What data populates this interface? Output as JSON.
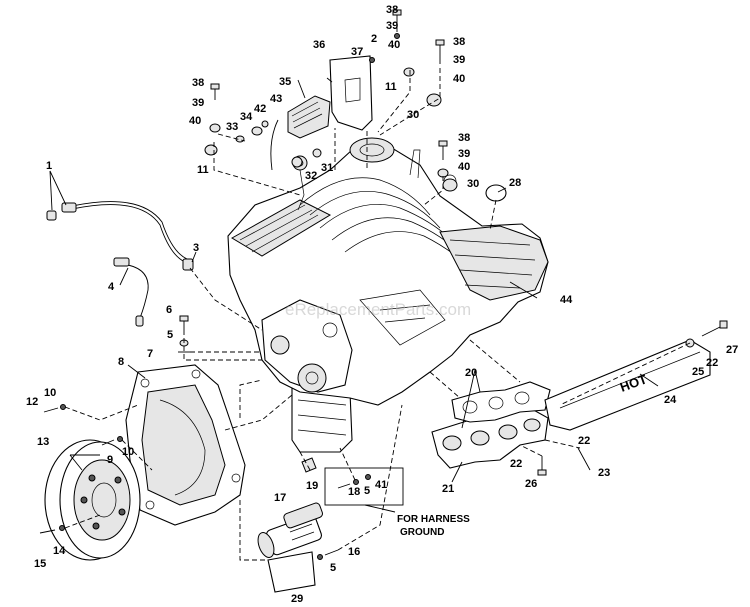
{
  "watermark": "eReplacementParts.com",
  "heat_shield_text": "HOT",
  "harness_note": [
    "FOR HARNESS",
    "GROUND"
  ],
  "callouts": {
    "c1": "1",
    "c2": "2",
    "c3": "3",
    "c4": "4",
    "c5a": "5",
    "c5b": "5",
    "c5c": "5",
    "c6": "6",
    "c7": "7",
    "c8": "8",
    "c9": "9",
    "c10a": "10",
    "c10b": "10",
    "c11a": "11",
    "c11b": "11",
    "c12": "12",
    "c13": "13",
    "c14": "14",
    "c15": "15",
    "c16": "16",
    "c17": "17",
    "c18": "18",
    "c19": "19",
    "c20": "20",
    "c21": "21",
    "c22a": "22",
    "c22b": "22",
    "c22c": "22",
    "c23": "23",
    "c24": "24",
    "c25": "25",
    "c26": "26",
    "c27": "27",
    "c28": "28",
    "c29": "29",
    "c30a": "30",
    "c30b": "30",
    "c31": "31",
    "c32": "32",
    "c33": "33",
    "c34": "34",
    "c35": "35",
    "c36": "36",
    "c37": "37",
    "c38a": "38",
    "c38b": "38",
    "c38c": "38",
    "c38d": "38",
    "c39a": "39",
    "c39b": "39",
    "c39c": "39",
    "c39d": "39",
    "c40a": "40",
    "c40b": "40",
    "c40c": "40",
    "c40d": "40",
    "c41": "41",
    "c42": "42",
    "c43": "43",
    "c44": "44"
  }
}
